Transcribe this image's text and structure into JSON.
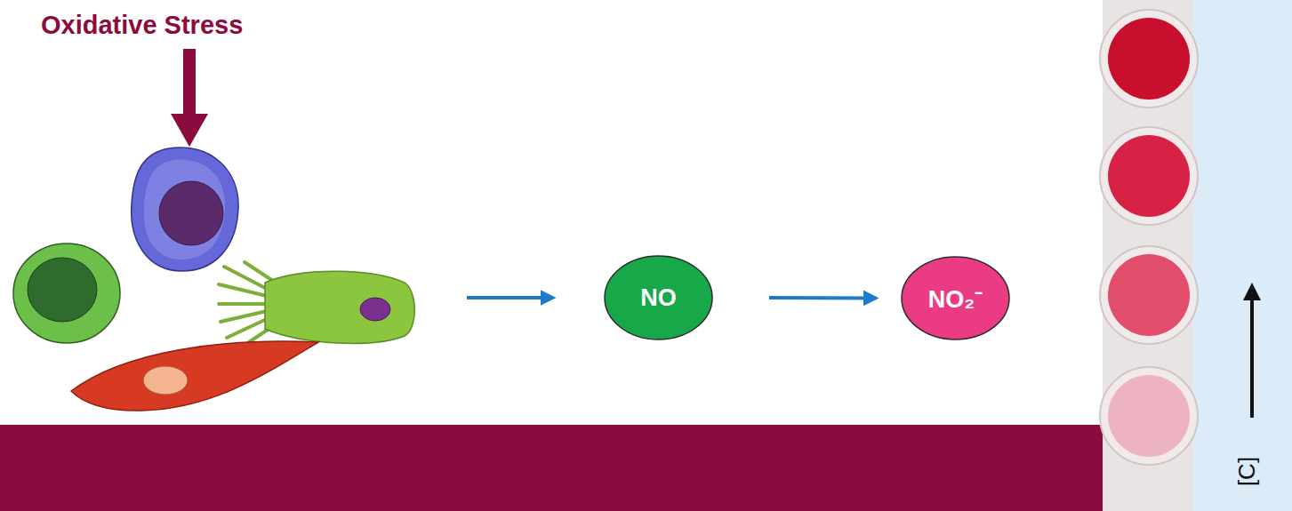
{
  "diagram": {
    "nodes": [
      {
        "text": [
          "NO"
        ]
      },
      {
        "text": [
          "NO₂⁻"
        ]
      }
    ],
    "edges": [
      {
        "from": 0,
        "to": 1,
        "arrow": "to"
      }
    ],
    "labels": [
      "Oxidative Stress",
      "[C]"
    ]
  }
}
